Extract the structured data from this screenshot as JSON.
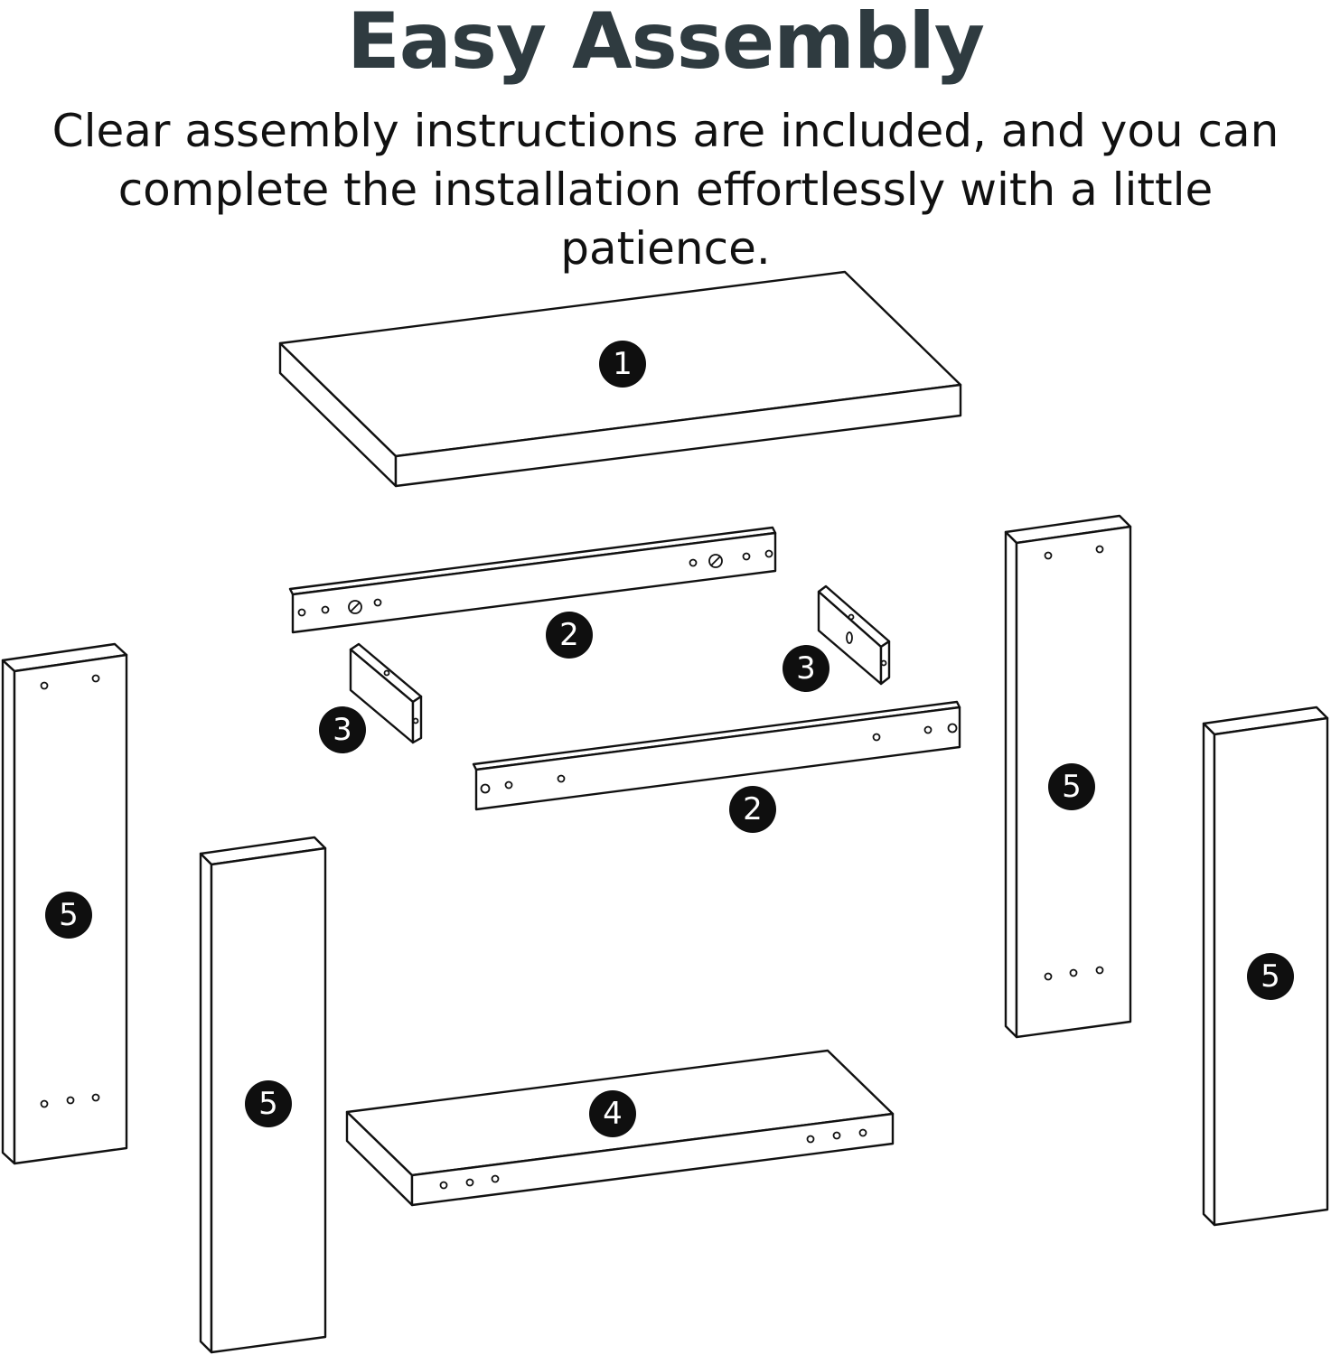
{
  "header": {
    "title": "Easy Assembly",
    "subtitle": "Clear assembly instructions are included, and you can complete the installation effortlessly with a little patience."
  },
  "colors": {
    "title": "#2f3b40",
    "text": "#111111",
    "badge": "#0f0f0f",
    "background": "#ffffff"
  },
  "parts": [
    {
      "label": "1"
    },
    {
      "label": "2"
    },
    {
      "label": "2"
    },
    {
      "label": "3"
    },
    {
      "label": "3"
    },
    {
      "label": "4"
    },
    {
      "label": "5"
    },
    {
      "label": "5"
    },
    {
      "label": "5"
    },
    {
      "label": "5"
    }
  ]
}
